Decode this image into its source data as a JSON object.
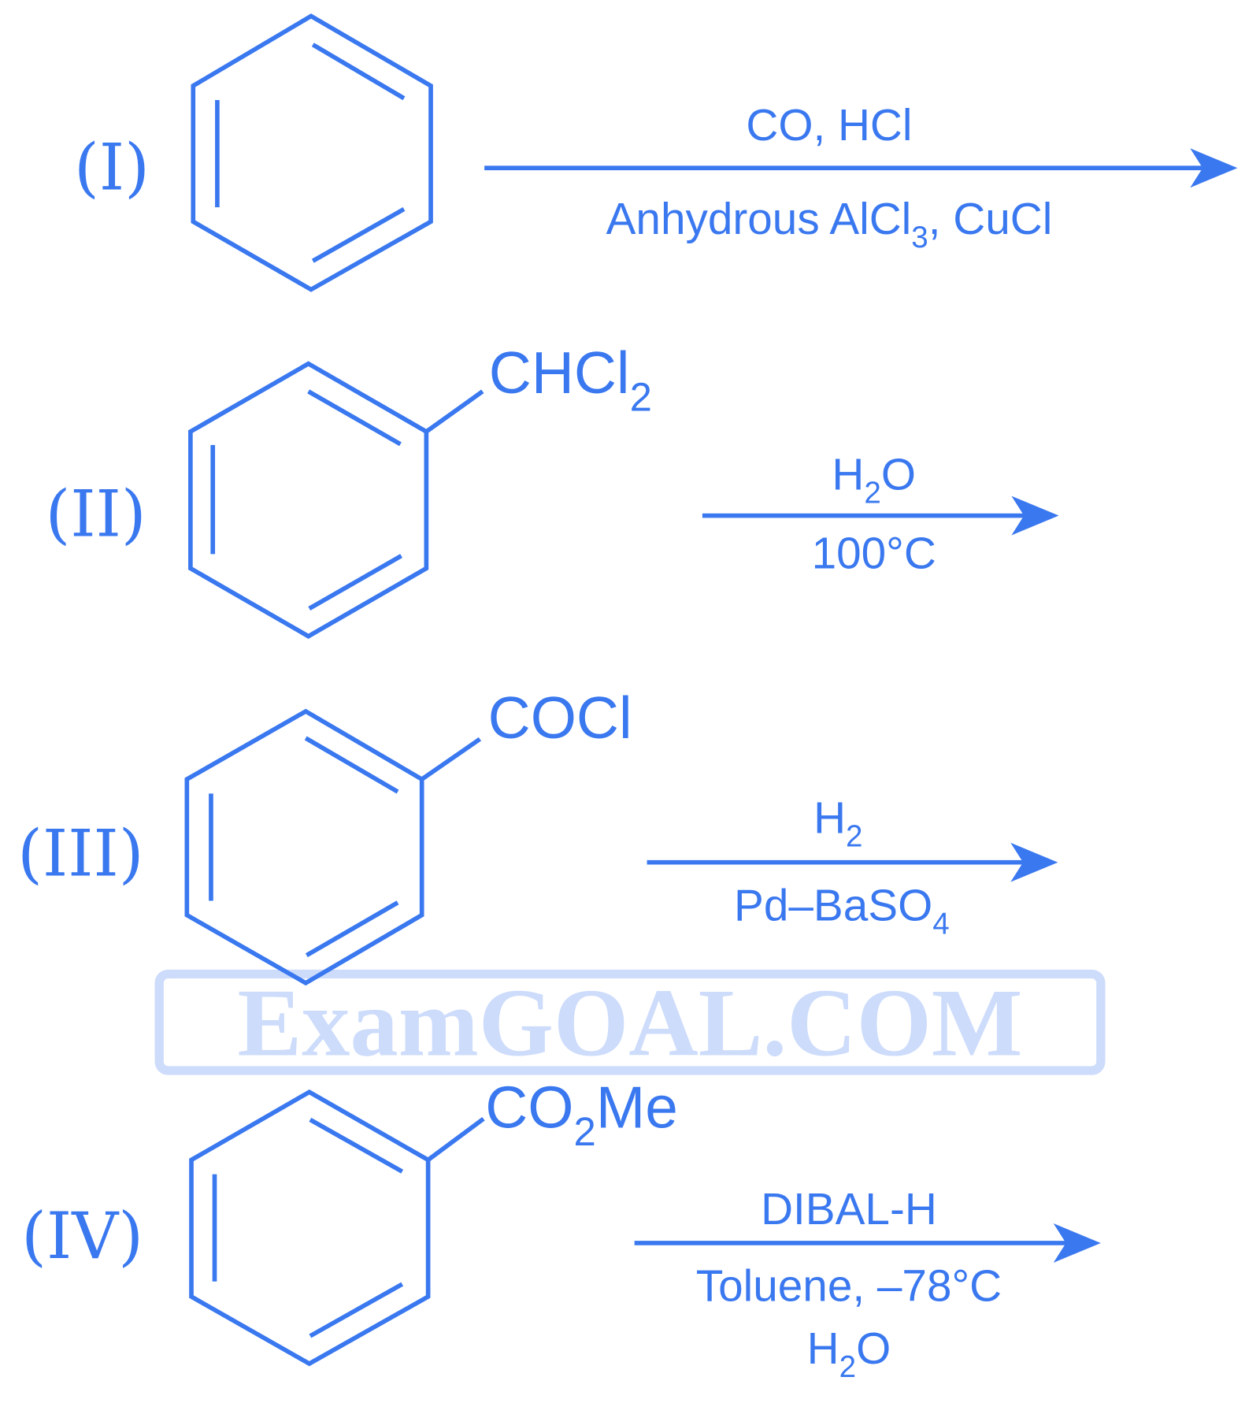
{
  "reactions": [
    {
      "label": "(I)",
      "substituent": null,
      "reagent_top": [
        {
          "text": "CO, HCl"
        }
      ],
      "reagent_bottom": [
        {
          "text": "Anhydrous AlCl"
        },
        {
          "sub": "3"
        },
        {
          "text": ", CuCl"
        }
      ]
    },
    {
      "label": "(II)",
      "substituent": [
        {
          "text": "CHCl"
        },
        {
          "sub": "2"
        }
      ],
      "reagent_top": [
        {
          "text": "H"
        },
        {
          "sub": "2"
        },
        {
          "text": "O"
        }
      ],
      "reagent_bottom": [
        {
          "text": "100°C"
        }
      ]
    },
    {
      "label": "(III)",
      "substituent": [
        {
          "text": "COCl"
        }
      ],
      "reagent_top": [
        {
          "text": "H"
        },
        {
          "sub": "2"
        }
      ],
      "reagent_bottom": [
        {
          "text": "Pd–BaSO"
        },
        {
          "sub": "4"
        }
      ]
    },
    {
      "label": "(IV)",
      "substituent": [
        {
          "text": "CO"
        },
        {
          "sub": "2"
        },
        {
          "text": "Me"
        }
      ],
      "reagent_top": [
        {
          "text": "DIBAL-H"
        }
      ],
      "reagent_bottom": [
        {
          "text": "Toluene, –78°C"
        }
      ],
      "reagent_bottom2": [
        {
          "text": "H"
        },
        {
          "sub": "2"
        },
        {
          "text": "O"
        }
      ]
    }
  ],
  "watermark": "ExamGOAL.COM",
  "colors": {
    "ink": "#3a78f0",
    "watermark": "#cddcfb"
  }
}
